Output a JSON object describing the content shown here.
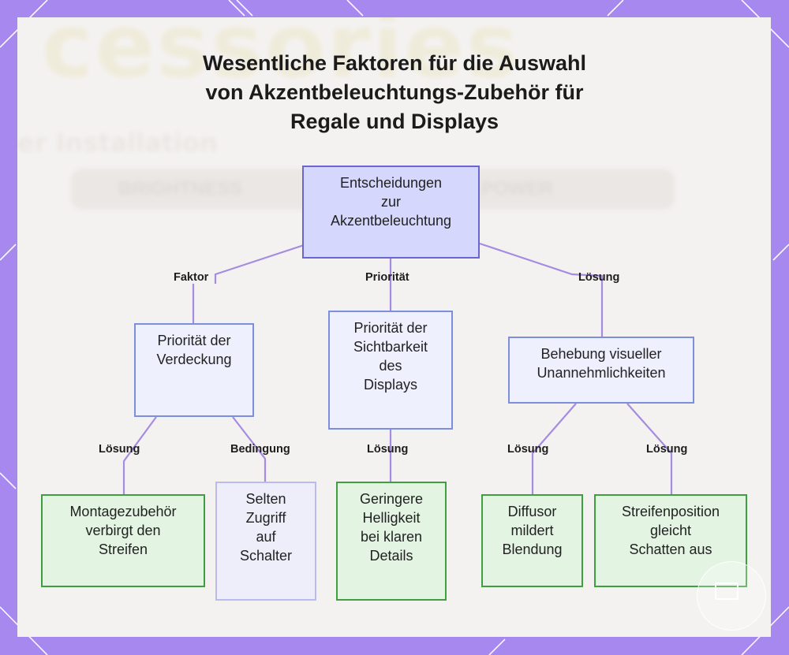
{
  "title_lines": [
    "Wesentliche Faktoren für die Auswahl",
    "von Akzentbeleuchtungs-Zubehör für",
    "Regale und Displays"
  ],
  "background": {
    "word": "cessories",
    "subtitle": "er  Installation",
    "pill_left": "BRIGHTNESS",
    "pill_right": "POWER"
  },
  "nodes": {
    "root": "Entscheidungen\nzur\nAkzentbeleuchtung",
    "occlusion": "Priorität der\nVerdeckung",
    "visibility": "Priorität der\nSichtbarkeit\ndes\nDisplays",
    "discomfort": "Behebung visueller\nUnannehmlichkeiten",
    "mounting": "Montagezubehör\nverbirgt den\nStreifen",
    "switch": "Selten\nZugriff\nauf\nSchalter",
    "brightness": "Geringere\nHelligkeit\nbei klaren\nDetails",
    "diffuser": "Diffusor\nmildert\nBlendung",
    "strip": "Streifenposition\ngleicht\nSchatten aus"
  },
  "edge_labels": {
    "root_occlusion": "Faktor",
    "root_visibility": "Priorität",
    "root_discomfort": "Lösung",
    "occlusion_mounting": "Lösung",
    "occlusion_switch": "Bedingung",
    "visibility_brightness": "Lösung",
    "discomfort_diffuser": "Lösung",
    "discomfort_strip": "Lösung"
  },
  "colors": {
    "frame": "#a688ee",
    "edge": "#a58ce0",
    "root_fill": "#d6d7fc",
    "factor_fill": "#eef0fd",
    "solution_fill": "#e3f4e3",
    "solution_border": "#3f9e3f"
  }
}
